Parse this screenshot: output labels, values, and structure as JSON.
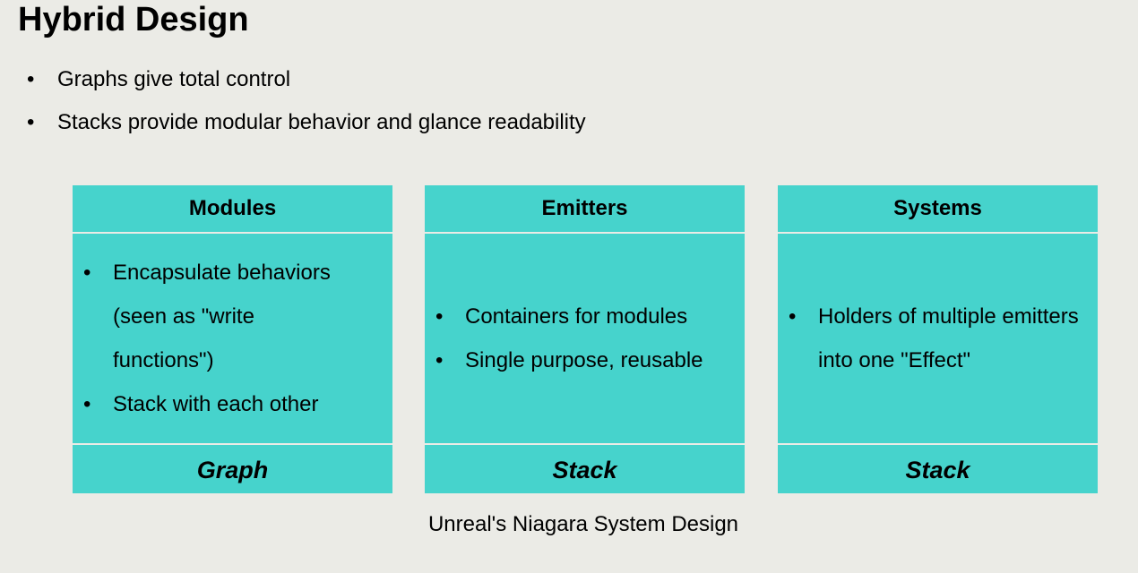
{
  "slide": {
    "title": "Hybrid Design",
    "bullets": [
      "Graphs give total control",
      "Stacks provide modular behavior and glance readability"
    ],
    "bullet_glyph": "•"
  },
  "cards": [
    {
      "header": "Modules",
      "items": [
        "Encapsulate behaviors (seen as \"write functions\")",
        "Stack with each other"
      ],
      "footer": "Graph"
    },
    {
      "header": "Emitters",
      "items": [
        "Containers for modules",
        "Single purpose, reusable"
      ],
      "footer": "Stack"
    },
    {
      "header": "Systems",
      "items": [
        "Holders of multiple emitters into one \"Effect\""
      ],
      "footer": "Stack"
    }
  ],
  "caption": "Unreal's Niagara System Design",
  "colors": {
    "background": "#ebebe6",
    "card": "#46d3cc"
  }
}
